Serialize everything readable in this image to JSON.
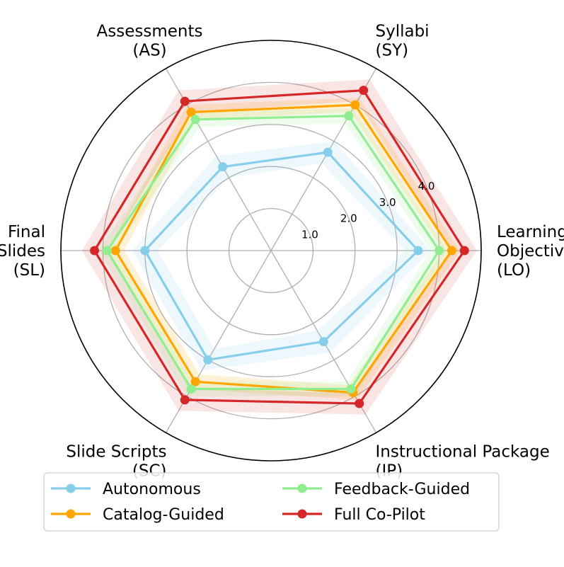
{
  "chart_data": {
    "type": "radar",
    "axes": [
      {
        "lines": [
          "Learning",
          "Objectives",
          "(LO)"
        ]
      },
      {
        "lines": [
          "Syllabi",
          "(SY)"
        ]
      },
      {
        "lines": [
          "Assessments",
          "(AS)"
        ]
      },
      {
        "lines": [
          "Final",
          "Slides",
          "(SL)"
        ]
      },
      {
        "lines": [
          "Slide Scripts",
          "(SC)"
        ]
      },
      {
        "lines": [
          "Instructional Package",
          "(IP)"
        ]
      }
    ],
    "rlim": [
      0,
      5
    ],
    "rticks": [
      1.0,
      2.0,
      3.0,
      4.0
    ],
    "rtick_labels": [
      "1.0",
      "2.0",
      "3.0",
      "4.0"
    ],
    "grid": true,
    "legend_position": "bottom",
    "legend_columns": 2,
    "series": [
      {
        "name": "Autonomous",
        "color": "#87CEEB",
        "values": [
          3.5,
          2.7,
          2.3,
          3.0,
          3.0,
          2.5
        ]
      },
      {
        "name": "Catalog-Guided",
        "color": "#FFA500",
        "values": [
          4.3,
          4.0,
          3.8,
          3.7,
          3.6,
          3.9
        ]
      },
      {
        "name": "Feedback-Guided",
        "color": "#90EE90",
        "values": [
          4.0,
          3.7,
          3.6,
          3.9,
          3.8,
          3.8
        ]
      },
      {
        "name": "Full Co-Pilot",
        "color": "#D62728",
        "values": [
          4.6,
          4.4,
          4.1,
          4.2,
          4.1,
          4.2
        ]
      }
    ]
  }
}
